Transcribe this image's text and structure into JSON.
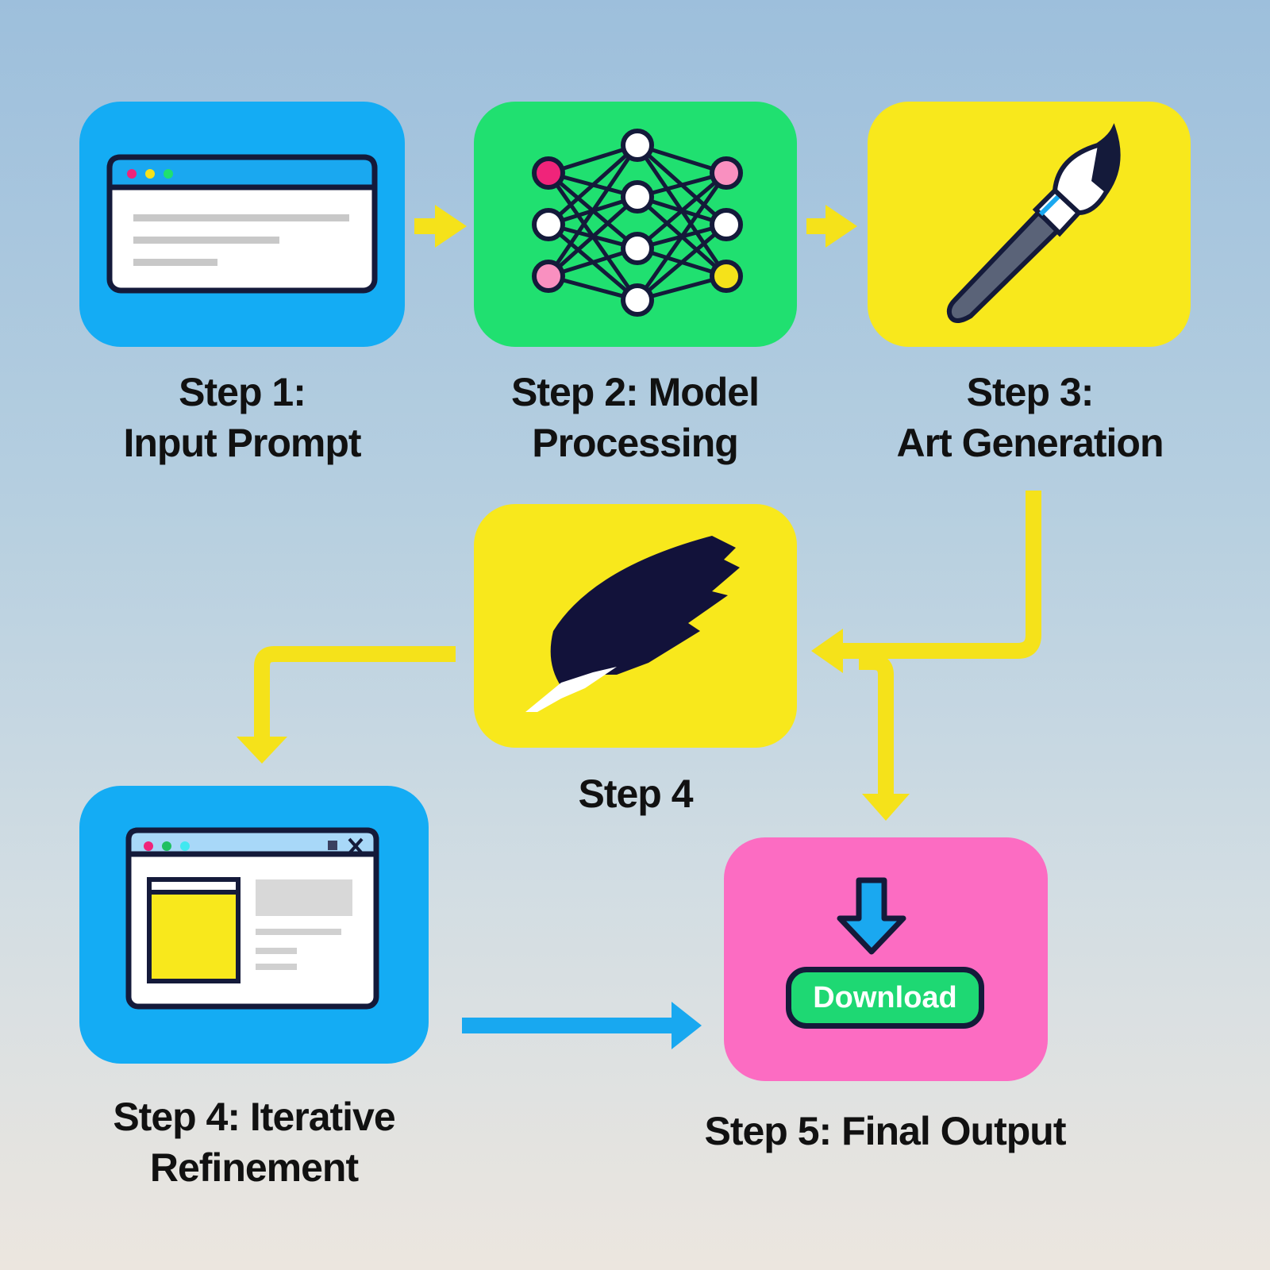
{
  "steps": [
    {
      "line1": "Step 1:",
      "line2": "Input Prompt"
    },
    {
      "line1": "Step 2: Model",
      "line2": "Processing"
    },
    {
      "line1": "Step 3:",
      "line2": "Art Generation"
    },
    {
      "line1": "Step 4"
    },
    {
      "line1": "Step 4: Iterative",
      "line2": "Refinement"
    },
    {
      "line1": "Step 5: Final Output"
    }
  ],
  "download_label": "Download",
  "colors": {
    "blue": "#14acf4",
    "green": "#20e070",
    "yellow": "#f8e81c",
    "pink": "#fc6cc2",
    "arrow_yellow": "#f5e21a",
    "arrow_blue": "#18a8f0",
    "ink": "#141a3a"
  }
}
